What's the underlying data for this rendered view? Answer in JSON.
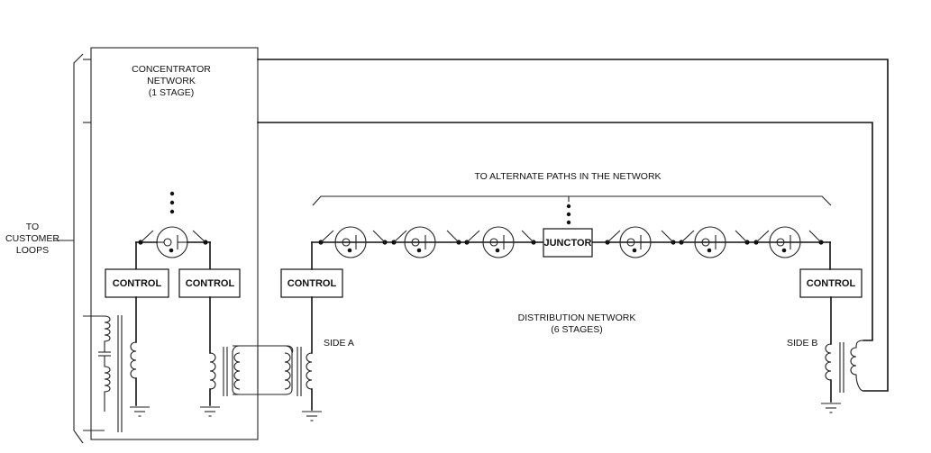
{
  "concentrator": {
    "title_line1": "CONCENTRATOR",
    "title_line2": "NETWORK",
    "title_line3": "(1 STAGE)"
  },
  "customer_loops": {
    "line1": "TO",
    "line2": "CUSTOMER",
    "line3": "LOOPS"
  },
  "alternate_paths_label": "TO ALTERNATE PATHS IN THE NETWORK",
  "distribution": {
    "line1": "DISTRIBUTION NETWORK",
    "line2": "(6 STAGES)"
  },
  "junctor_label": "JUNCTOR",
  "control_label": "CONTROL",
  "side_a_label": "SIDE A",
  "side_b_label": "SIDE B",
  "components": {
    "control_blocks": 4,
    "concentrator_stages": 1,
    "distribution_stages": 6
  }
}
